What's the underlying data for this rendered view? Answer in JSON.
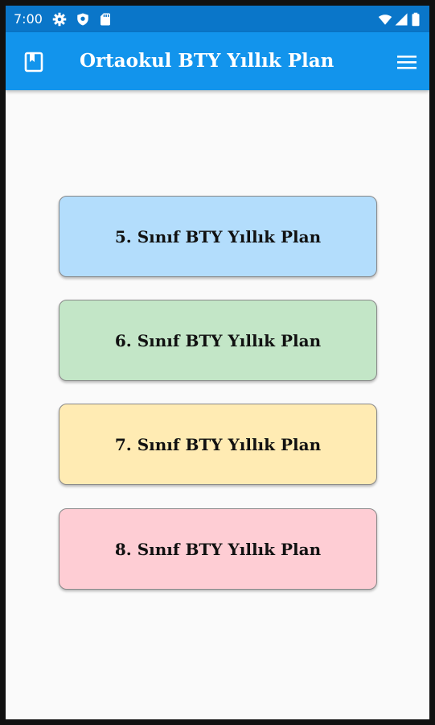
{
  "status_bar": {
    "time": "7:00",
    "icons": [
      "settings-icon",
      "shield-icon",
      "sd-card-icon",
      "wifi-icon",
      "signal-icon",
      "battery-icon"
    ],
    "background_color": "#0a76c9"
  },
  "app_bar": {
    "title": "Ortaokul BTY Yıllık Plan",
    "left_icon": "book-icon",
    "right_icon": "menu-icon",
    "background_color": "#1294ec"
  },
  "plans": [
    {
      "label": "5. Sınıf BTY Yıllık Plan",
      "color": "#b3ddfc"
    },
    {
      "label": "6. Sınıf BTY Yıllık Plan",
      "color": "#c3e6c7"
    },
    {
      "label": "7. Sınıf BTY Yıllık Plan",
      "color": "#ffebb3"
    },
    {
      "label": "8. Sınıf BTY Yıllık Plan",
      "color": "#fecdd4"
    }
  ]
}
